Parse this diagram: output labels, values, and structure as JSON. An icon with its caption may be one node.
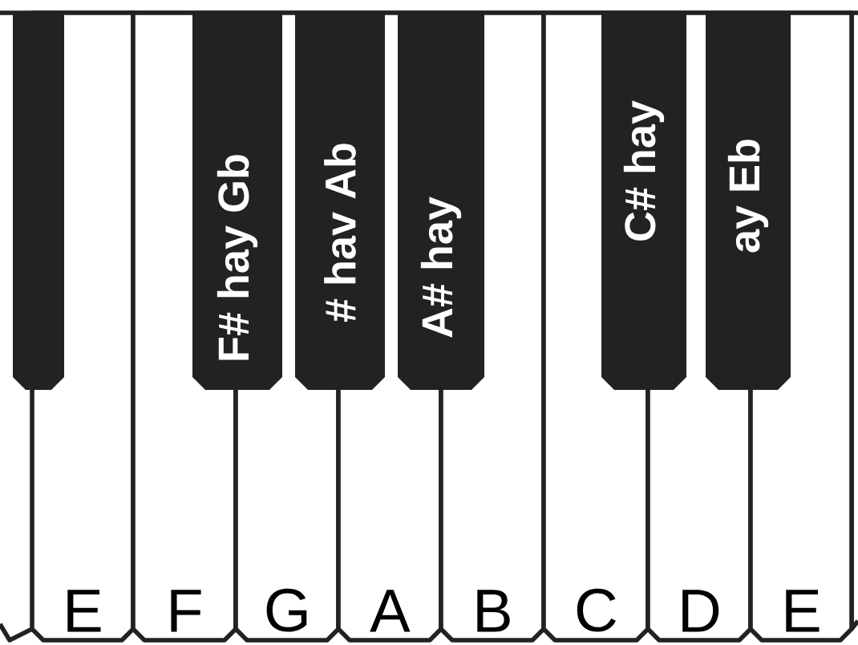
{
  "diagram": {
    "nodes": [
      {
        "text": [],
        "shape": "box"
      },
      {
        "text": [
          "F# hay Gb"
        ]
      },
      {
        "text": [
          "# hav Ab"
        ]
      },
      {
        "text": [
          "A# hay"
        ]
      },
      {
        "text": [
          "C# hay"
        ]
      },
      {
        "text": [
          "ay Eb"
        ]
      },
      {
        "text": [
          "E"
        ]
      },
      {
        "text": [
          "F"
        ]
      },
      {
        "text": [
          "G"
        ]
      },
      {
        "text": [
          "A"
        ]
      },
      {
        "text": [
          "B"
        ]
      },
      {
        "text": [
          "C"
        ]
      },
      {
        "text": [
          "D"
        ]
      },
      {
        "text": [
          "E"
        ]
      }
    ]
  }
}
